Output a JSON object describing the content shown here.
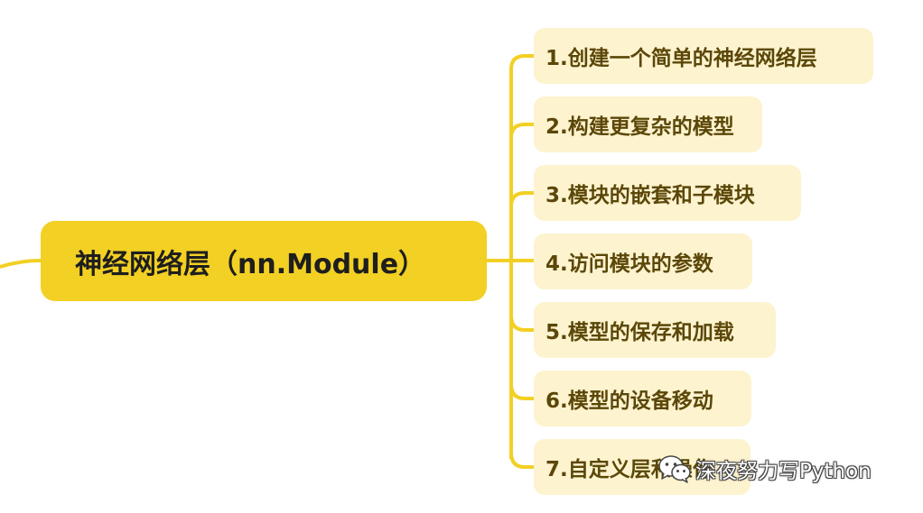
{
  "mindmap": {
    "root": {
      "label": "神经网络层（nn.Module）"
    },
    "children": [
      "1.创建一个简单的神经网络层",
      "2.构建更复杂的模型",
      "3.模块的嵌套和子模块",
      "4.访问模块的参数",
      "5.模型的保存和加载",
      "6.模型的设备移动",
      "7.自定义层和操作"
    ]
  },
  "watermark": {
    "text": "深夜努力写Python",
    "icon": "wechat-icon"
  },
  "colors": {
    "root_fill": "#f2d024",
    "child_fill": "#fdf3cf",
    "child_text": "#5b4708",
    "connector": "#f2d024"
  }
}
